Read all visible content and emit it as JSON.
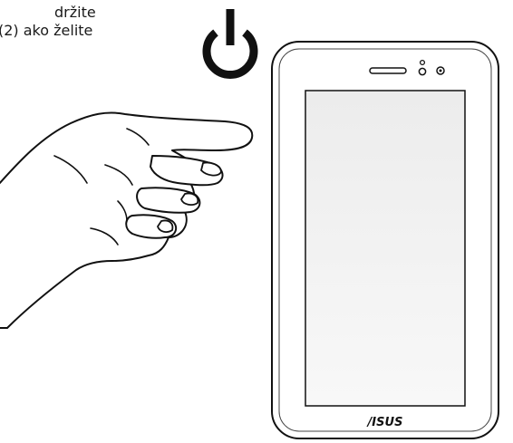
{
  "caption": {
    "line1": "držite",
    "line2": "(2) ako želite"
  },
  "tablet": {
    "brand": "/ISUS"
  },
  "icons": {
    "power": "power-icon",
    "hand": "pointing-hand-icon"
  },
  "colors": {
    "stroke": "#111111",
    "screen_top": "#eeeeee",
    "screen_bottom": "#f9f9f9",
    "hand_fill": "#ffffff"
  }
}
